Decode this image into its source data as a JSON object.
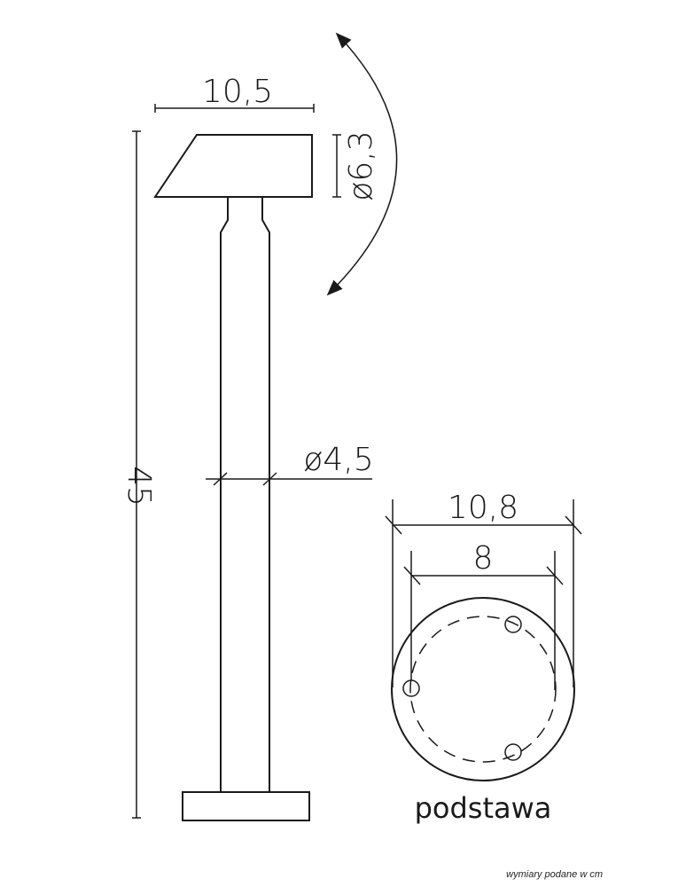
{
  "drawing": {
    "dimensions": {
      "head_width": "10,5",
      "head_diameter": "ø6,3",
      "height": "45",
      "pole_diameter": "ø4,5",
      "base_diameter": "10,8",
      "mount_spacing": "8"
    },
    "base_label": "podstawa",
    "footnote": "wymiary podane w cm"
  }
}
